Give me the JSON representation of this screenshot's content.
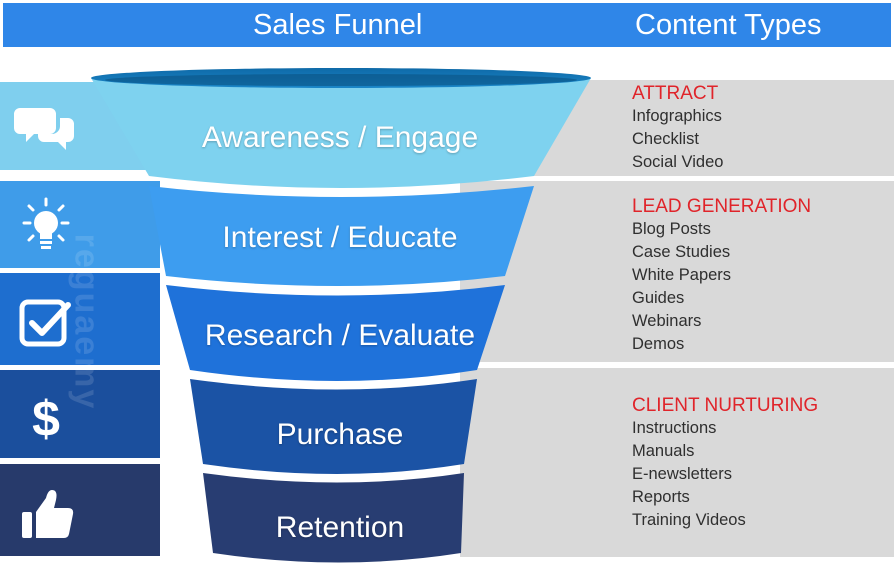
{
  "header": {
    "funnel_title": "Sales Funnel",
    "content_title": "Content Types"
  },
  "stages": [
    {
      "label": "Awareness / Engage",
      "icon": "speech-bubbles-icon",
      "color": "#7fcfee"
    },
    {
      "label": "Interest / Educate",
      "icon": "lightbulb-icon",
      "color": "#3f9ce9"
    },
    {
      "label": "Research / Evaluate",
      "icon": "checkbox-icon",
      "color": "#1e6ecf"
    },
    {
      "label": "Purchase",
      "icon": "dollar-icon",
      "color": "#1b4f9d"
    },
    {
      "label": "Retention",
      "icon": "thumbs-up-icon",
      "color": "#273a6b"
    }
  ],
  "content_types": [
    {
      "category": "ATTRACT",
      "items": [
        "Infographics",
        "Checklist",
        "Social Video"
      ]
    },
    {
      "category": "LEAD GENERATION",
      "items": [
        "Blog Posts",
        "Case Studies",
        "White Papers",
        "Guides",
        "Webinars",
        "Demos"
      ]
    },
    {
      "category": "CLIENT NURTURING",
      "items": [
        "Instructions",
        "Manuals",
        "E-newsletters",
        "Reports",
        "Training Videos"
      ]
    }
  ],
  "watermark": "reguaemy",
  "colors": {
    "header": "#2f86e8",
    "category_text": "#e0242a",
    "panel_gray": "#d9d9d9"
  }
}
